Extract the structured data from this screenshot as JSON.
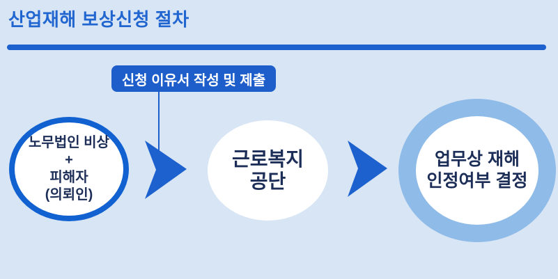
{
  "page": {
    "title": "산업재해 보상신청 절차"
  },
  "callout": {
    "label": "신청 이유서 작성 및 제출"
  },
  "flow": {
    "step1": {
      "lines": [
        "노무법인 비상",
        "+",
        "피해자",
        "(의뢰인)"
      ]
    },
    "step2": {
      "lines": [
        "근로복지",
        "공단"
      ]
    },
    "step3": {
      "lines": [
        "업무상 재해",
        "인정여부 결정"
      ]
    }
  },
  "icons": {
    "arrow1": "arrow-right-icon",
    "arrow2": "arrow-right-icon"
  },
  "theme": {
    "bg": "#d8e5f5",
    "accent": "#1c61ce",
    "accent_deep": "#1d5ecb",
    "ring": "#8fbbe8",
    "navy": "#1c2e57"
  }
}
